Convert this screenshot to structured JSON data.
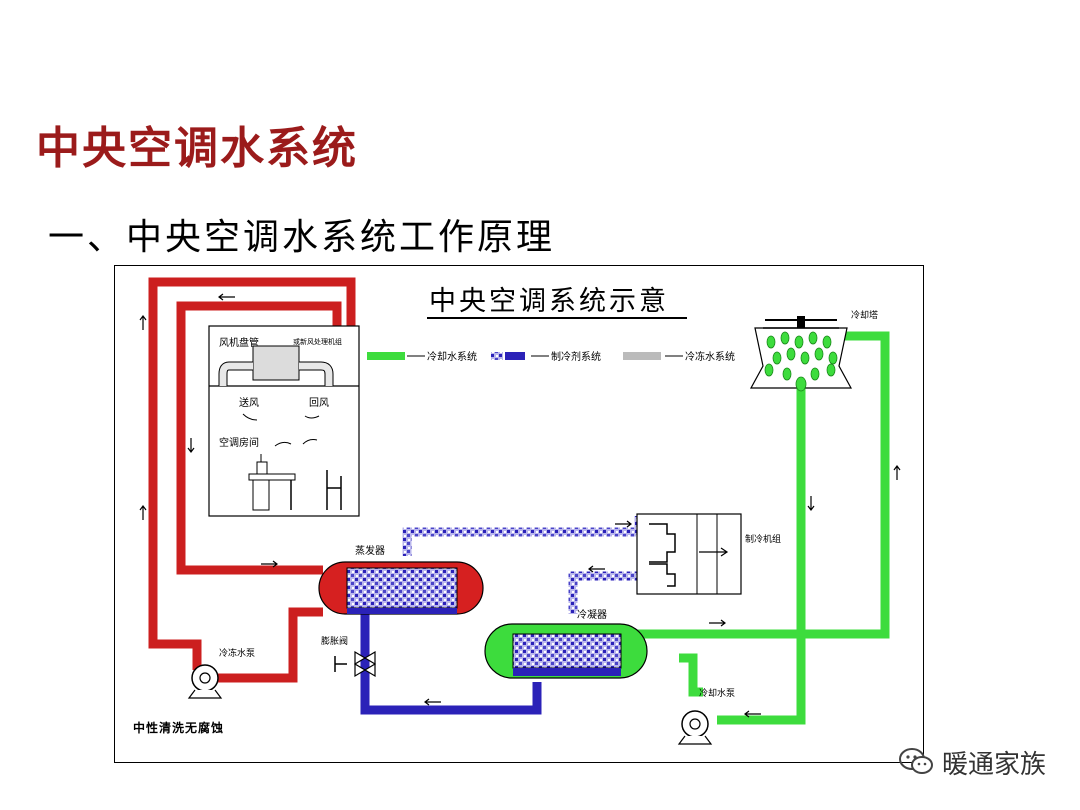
{
  "slide": {
    "title": "中央空调水系统",
    "subtitle": "一、中央空调水系统工作原理"
  },
  "diagram": {
    "heading": "中央空调系统示意",
    "legend": {
      "cooling_water": "冷却水系统",
      "refrigerant": "制冷剂系统",
      "chilled_water": "冷冻水系统"
    },
    "labels": {
      "fan_coil": "风机盘管",
      "fresh_air_unit": "或新风处理机组",
      "supply_air": "送风",
      "return_air": "回风",
      "ac_room": "空调房间",
      "evaporator": "蒸发器",
      "chiller_unit": "制冷机组",
      "condenser": "冷凝器",
      "expansion_valve": "膨胀阀",
      "chilled_water_pump": "冷冻水泵",
      "cooling_water_pump": "冷却水泵",
      "cooling_tower": "冷却塔",
      "footer_note": "中性清洗无腐蚀"
    },
    "colors": {
      "chilled_water": "#cc1f1f",
      "cooling_water": "#3ddc3d",
      "refrigerant_dark": "#2b22b8",
      "refrigerant_light": "#a9a6e6",
      "title_red": "#9b1b1b"
    }
  },
  "watermark": {
    "icon": "wechat-icon",
    "text": "暖通家族"
  }
}
